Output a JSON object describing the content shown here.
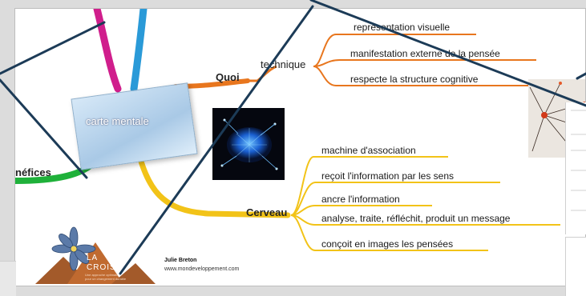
{
  "mindmap": {
    "center_label": "carte mentale",
    "left_branch_label": "néfices",
    "branches": {
      "quoi": {
        "label": "Quoi",
        "sub_label": "technique",
        "items": [
          "représentation visuelle",
          "manifestation externe de la pensée",
          "respecte la structure cognitive"
        ]
      },
      "cerveau": {
        "label": "Cerveau",
        "items": [
          "machine d'association",
          "reçoit l'information par les sens",
          "ancre l'information",
          "analyse, traite, réfléchit, produit un message",
          "conçoit en images les pensées"
        ]
      }
    }
  },
  "credit": {
    "name": "Julie Breton",
    "url": "www.mondeveloppement.com"
  },
  "logo": {
    "line1": "LA",
    "line2": "CROISÉE",
    "tagline1": "Une approche optimale",
    "tagline2": "pour un changement durable"
  },
  "colors": {
    "orange": "#e8761e",
    "yellow": "#f2c318",
    "green": "#1fb13a",
    "magenta": "#d01e8c",
    "blue": "#2a9ad8",
    "overlay_line": "#1c3b57",
    "logo_brown": "#a35a2a",
    "logo_flower": "#5b7aa8"
  }
}
